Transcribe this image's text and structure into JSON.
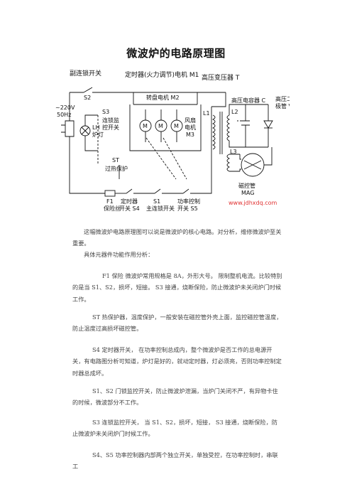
{
  "doc": {
    "title": "微波炉的电路原理图",
    "website": "www.jdhxdq.com",
    "paragraphs": [
      "这幅微波炉电路原理图可以说是微波炉的核心电路。对分析，维修微波炉至关重要。",
      "具体元器件功能作用分析：",
      "F1 保险 微波炉常用规格是 8A，外形大号。 限制整机电流。比较特别的是当 S1、S2，损坏，短接。 S3 接通，烧断保险，防止微波炉未关闭炉门时候工作。",
      "ST 热保护器，温度保护，一般安装在磁控管外壳上面，监控磁控管温度，防止温度过高损坏磁控管。",
      "S4 定时器开关， 在功率控制总成内，整个微波炉是否工作的总电源开关，有电路图分析可知道，炉灯是好的，就动定时器，灯必须亮，否则功率控制定时器总成坏。",
      "S1、S2 门锁监控开关，防止微波炉泄漏，当炉门关闭不严，有异物卡住的时候，微波部分不工作。",
      "S3 连锁监控开关， 当 S1、S2，损坏，短接， S3 接通，烧断保险，防止微波炉未关闭炉门时候工作。",
      "S4、S5 功率控制器内部两个独立开关，单独受控，在功率控制时，串联工"
    ]
  },
  "diagram": {
    "labels": {
      "door_switch": "副连锁开关",
      "s2": "S2",
      "v220": "~220V",
      "hz": "50Hz",
      "lh": "LH",
      "lamp": "炉灯",
      "s3": "S3",
      "s3_desc1": "连锁监",
      "s3_desc2": "控开关",
      "timer_motor": "定时器(火力调节)电机 M1",
      "turntable_motor": "转盘电机 M2",
      "fan1": "风扇",
      "fan2": "电机",
      "m3": "M3",
      "m": "M",
      "transformer": "高压变压器 T",
      "l1": "L1",
      "l2": "L2",
      "l3": "L3",
      "capacitor": "高压电容器 C",
      "diode1": "高压二",
      "diode2": "极管 VD",
      "magnetron1": "磁控管",
      "magnetron2": "MAG",
      "st": "ST",
      "st_desc": "过热保护",
      "f1": "F1",
      "fuse": "保险丝",
      "timer_sw1": "定时器",
      "timer_sw2": "开关 S4",
      "s1": "S1",
      "main_lock": "主连锁开关",
      "power_ctl1": "功率控制",
      "power_ctl2": "开关 S5"
    }
  }
}
